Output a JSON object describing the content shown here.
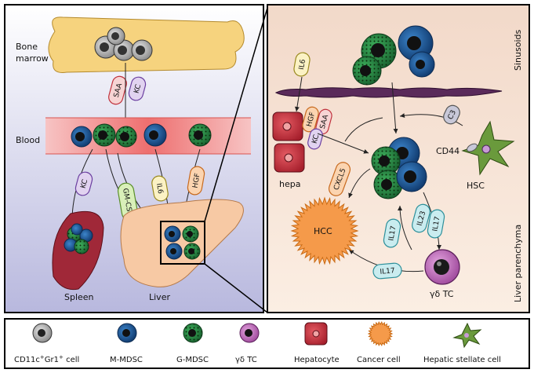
{
  "left_panel": {
    "bone_marrow_label_1": "Bone",
    "bone_marrow_label_2": "marrow",
    "blood_label": "Blood",
    "spleen_label": "Spleen",
    "liver_label": "Liver",
    "factors": {
      "saa": "SAA",
      "kc_top": "KC",
      "kc_left": "KC",
      "gmcsf": "GM-CSF",
      "il6": "IL6",
      "hgf": "HGF"
    }
  },
  "right_panel": {
    "sinusoids_label": "Sinusoids",
    "liver_parenchyma_label": "Liver parenchyma",
    "hepa_label": "hepa",
    "cd44_label": "CD44",
    "hsc_label": "HSC",
    "hcc_label": "HCC",
    "gdtc_label": "γδ TC",
    "factors": {
      "il6": "IL6",
      "hgf": "HGF",
      "saa": "SAA",
      "kc": "KC",
      "cxcl5": "CXCL5",
      "c3": "C3",
      "il23": "IL23",
      "il17_a": "IL17",
      "il17_b": "IL17",
      "il17_c": "IL17"
    }
  },
  "legend": {
    "items": [
      {
        "pre": "CD11c",
        "sup1": "+",
        "mid": "Gr1",
        "sup2": "+",
        "post": " cell"
      },
      {
        "label": "M-MDSC"
      },
      {
        "label": "G-MDSC"
      },
      {
        "label": "γδ TC"
      },
      {
        "label": "Hepatocyte"
      },
      {
        "label": "Cancer cell"
      },
      {
        "label": "Hepatic stellate cell"
      }
    ]
  },
  "colors": {
    "bone": "#f5d27a",
    "blood": "#f2a0a0",
    "left_bg": "#c9c9e6",
    "right_bg": "#f7e3d5",
    "m_mdsc": "#1f5a99",
    "g_mdsc": "#2f8f4a",
    "grey_cell": "#9c9c9c",
    "gd_tc": "#a34fa0",
    "hepatocyte": "#c0313c",
    "cancer": "#f59a4a",
    "hsc": "#6a9a3c",
    "spleen": "#a52a3a",
    "liver": "#f6c9a6"
  }
}
